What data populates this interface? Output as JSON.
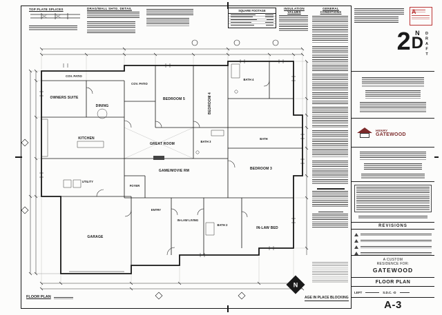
{
  "top_notes": {
    "plate_splices_heading": "TOP PLATE SPLICES",
    "shear_heading": "DRAG/WALL SHTG. DETAIL",
    "square_footage_heading": "SQUARE FOOTAGE",
    "insulation_heading": "INSULATION VALUES",
    "general_heading": "GENERAL CONDITIONS"
  },
  "plan": {
    "drawing_title": "FLOOR PLAN",
    "north_label": "N",
    "age_note": "AGE IN PLACE BLOCKING",
    "rooms": [
      {
        "label": "COV. PATIO"
      },
      {
        "label": "OWNERS SUITE"
      },
      {
        "label": "DINING"
      },
      {
        "label": "COV. PATIO"
      },
      {
        "label": "BEDROOM 5"
      },
      {
        "label": "BEDROOM 4"
      },
      {
        "label": "BATH 4"
      },
      {
        "label": "BATH 3"
      },
      {
        "label": "BATH"
      },
      {
        "label": "KITCHEN"
      },
      {
        "label": "GREAT ROOM"
      },
      {
        "label": "GAME/MOVIE RM"
      },
      {
        "label": "BEDROOM 3"
      },
      {
        "label": "UTILITY"
      },
      {
        "label": "FOYER"
      },
      {
        "label": "ENTRY"
      },
      {
        "label": "IN-LAW LIVING"
      },
      {
        "label": "BATH 2"
      },
      {
        "label": "IN-LAW BED"
      },
      {
        "label": "GARAGE"
      }
    ]
  },
  "title_block": {
    "stamp_letter": "A",
    "logo_numeral": "2",
    "logo_n": "N",
    "logo_d": "D",
    "logo_word": "DRAFT",
    "designer_first": "HENRY",
    "designer_last": "GATEWOOD",
    "revisions_heading": "REVISIONS",
    "project_line1": "A CUSTOM",
    "project_line2": "RESIDENCE FOR:",
    "project_name": "GATEWOOD",
    "sheet_title": "FLOOR PLAN",
    "field_a": "LEFT",
    "field_b": "S.D.C. -D",
    "sheet_number": "A-3"
  }
}
